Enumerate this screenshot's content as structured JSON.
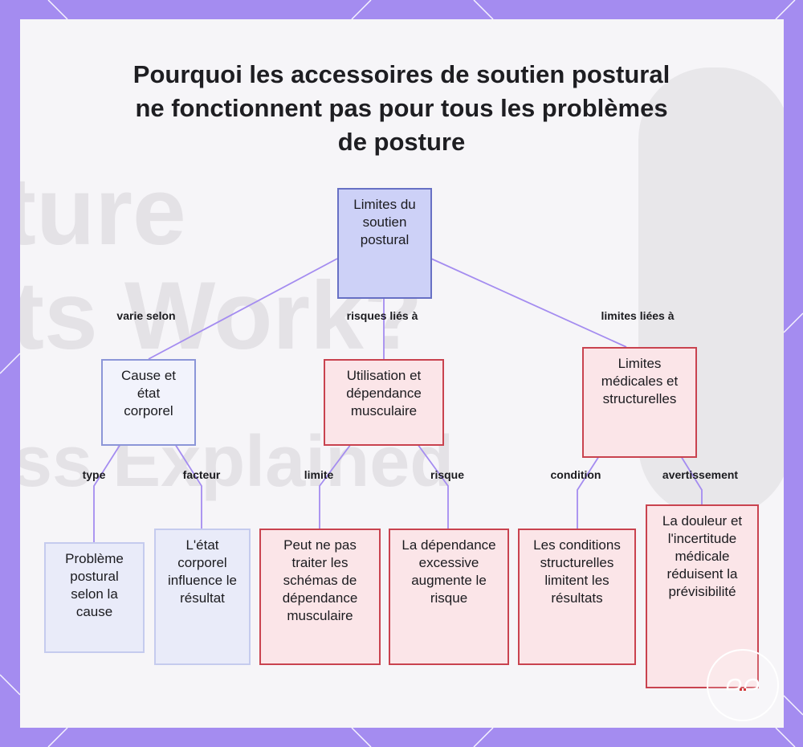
{
  "title": "Pourquoi les accessoires de soutien postural ne fonctionnent pas pour tous les problèmes de posture",
  "colors": {
    "frame": "#a48cf0",
    "panel": "#f6f5f8",
    "edge": "#a48cf0",
    "root_fill": "#cdd1f7",
    "blue_border": "#8c96d8",
    "red_fill": "#fbe5e8",
    "red_border": "#c9434f"
  },
  "background_text": {
    "line1": "ture",
    "line2": "ts Work?",
    "line3": "ss Explained"
  },
  "nodes": {
    "root": "Limites du soutien postural",
    "cause": "Cause et état corporel",
    "usage": "Utilisation et dépendance musculaire",
    "medical": "Limites médicales et structurelles",
    "leaf_problem": "Problème postural selon la cause",
    "leaf_state": "L'état corporel influence le résultat",
    "leaf_patterns": "Peut ne pas traiter les schémas de dépendance musculaire",
    "leaf_risk": "La dépendance excessive augmente le risque",
    "leaf_conditions": "Les conditions structurelles limitent les résultats",
    "leaf_pain": "La douleur et l'incertitude médicale réduisent la prévisibilité"
  },
  "edges": {
    "varie_selon": "varie selon",
    "risques_lies": "risques liés à",
    "limites_liees": "limites liées à",
    "type": "type",
    "facteur": "facteur",
    "limite": "limite",
    "risque": "risque",
    "condition": "condition",
    "avertissement": "avertissement"
  },
  "logo_icon": "brand-logo-icon"
}
